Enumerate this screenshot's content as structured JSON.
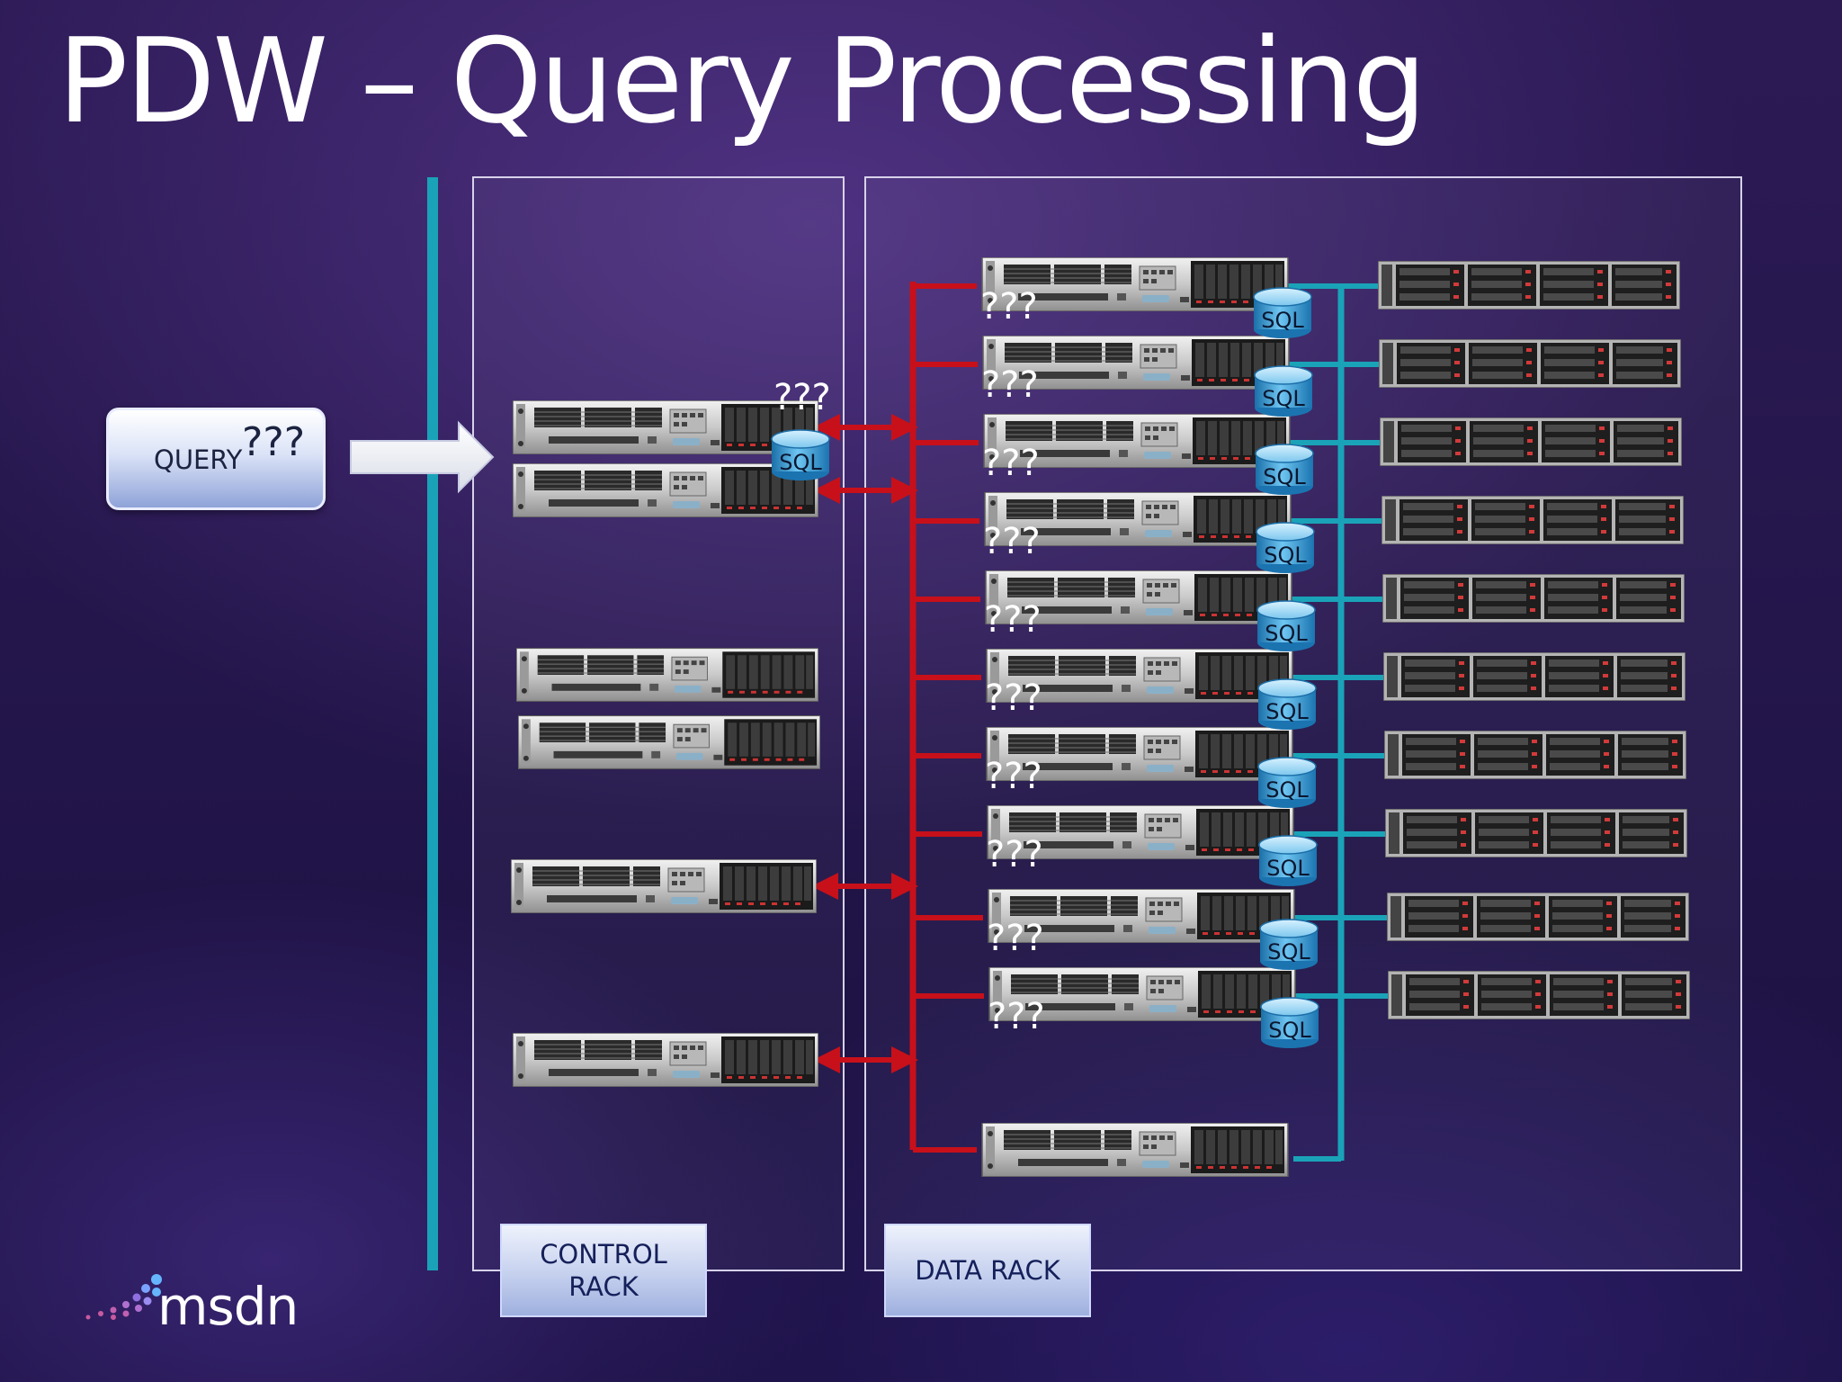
{
  "title": "PDW – Query Processing",
  "query": {
    "label": "QUERY",
    "mark": "???"
  },
  "control_rack": {
    "label_line1": "CONTROL",
    "label_line2": "RACK"
  },
  "data_rack": {
    "label": "DATA RACK"
  },
  "node_mark": "???",
  "sql_label": "SQL",
  "logo": {
    "text": "msdn"
  },
  "colors": {
    "background": "#24164b",
    "red_link": "#c8101a",
    "teal_link": "#1aa3b8",
    "rack_border": "#d7d2ea",
    "sql_cylinder": "#2a9ed6"
  },
  "icons": [
    "server-icon",
    "sql-cylinder-icon",
    "storage-array-icon",
    "arrow-right-icon"
  ]
}
